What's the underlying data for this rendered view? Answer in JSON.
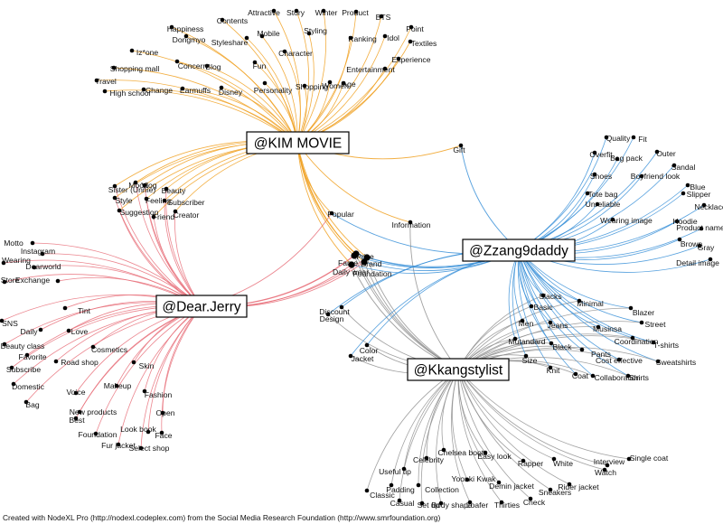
{
  "hubs": {
    "kim": "@KIM MOVIE",
    "zzang": "@Zzang9daddy",
    "jerry": "@Dear.Jerry",
    "kkang": "@Kkangstylist"
  },
  "colors": {
    "kim": "#f0a020",
    "zzang": "#3a90d8",
    "jerry": "#e8707a",
    "kkang": "#909090"
  },
  "nodes": {
    "kim": [
      "Attractive",
      "Story",
      "Winter",
      "Product",
      "BTS",
      "Contents",
      "Happiness",
      "Point",
      "Dongmyo",
      "Styleshare",
      "Idol",
      "Mobile",
      "Styling",
      "Iz*one",
      "Ranking",
      "Textiles",
      "Character",
      "Experience",
      "Shopping mall",
      "Concern",
      "Blog",
      "Fun",
      "Women",
      "Entertainment",
      "Travel",
      "Age",
      "High school",
      "Change",
      "Earmuffs",
      "Disney",
      "Shopping",
      "Personality"
    ],
    "kim_jerry": [
      "Mood",
      "Vlog",
      "Sister (Unnie)",
      "Beauty",
      "Style",
      "Feeling",
      "Subscriber",
      "Suggestion",
      "Friend",
      "Creator"
    ],
    "shared": [
      "Gift",
      "Popular",
      "Information",
      "Price",
      "Brand",
      "Fame",
      "Daily wear",
      "Foundation"
    ],
    "zzang": [
      "Quality",
      "Fit",
      "Overfit",
      "Outer",
      "Bag pack",
      "Sandal",
      "Shoes",
      "Boyfriend look",
      "Blue",
      "Tote bag",
      "Slipper",
      "Unreliable",
      "Necklace",
      "Wearing image",
      "Hoodie",
      "Product name",
      "Gray",
      "Brown",
      "Detail image"
    ],
    "zzang_kkang": [
      "Slacks",
      "Minimal",
      "Basic",
      "Blazer",
      "Men",
      "Street",
      "Jeans",
      "Musinsa",
      "Coordination",
      "T-shirts",
      "Mutandard",
      "Black",
      "Pants",
      "Sweatshirts",
      "Cost effective",
      "Size",
      "Knit",
      "Coat",
      "Collaboration",
      "Shirts",
      "Discount",
      "Design",
      "Color",
      "Jacket"
    ],
    "jerry": [
      "Motto",
      "Instagram",
      "Wearing",
      "Dearworld",
      "Store",
      "Exchange",
      "Tint",
      "SNS",
      "Daily",
      "Love",
      "Beauty class",
      "Cosmetics",
      "Favorite",
      "Road shop",
      "Subscribe",
      "Skin",
      "Domestic",
      "Makeup",
      "Voice",
      "Fashion",
      "Bag",
      "New products",
      "Open",
      "Best",
      "Look book",
      "Face",
      "Foundation",
      "Fur jacket",
      "Select shop"
    ],
    "kkang": [
      "Interview",
      "Single coat",
      "Useful tip",
      "Celebrity",
      "Chelsea boots",
      "Easy look",
      "Rapper",
      "White",
      "Watch",
      "Padding",
      "Collection",
      "Classic",
      "Yoonki Kwak",
      "Demin jacket",
      "Rider jacket",
      "Casual",
      "Set up",
      "Body shape",
      "Loafer",
      "Thirties",
      "Sneakers",
      "Check"
    ]
  },
  "credit": "Created with NodeXL Pro (http://nodexl.codeplex.com) from the Social Media Research Foundation (http://www.smrfoundation.org)"
}
